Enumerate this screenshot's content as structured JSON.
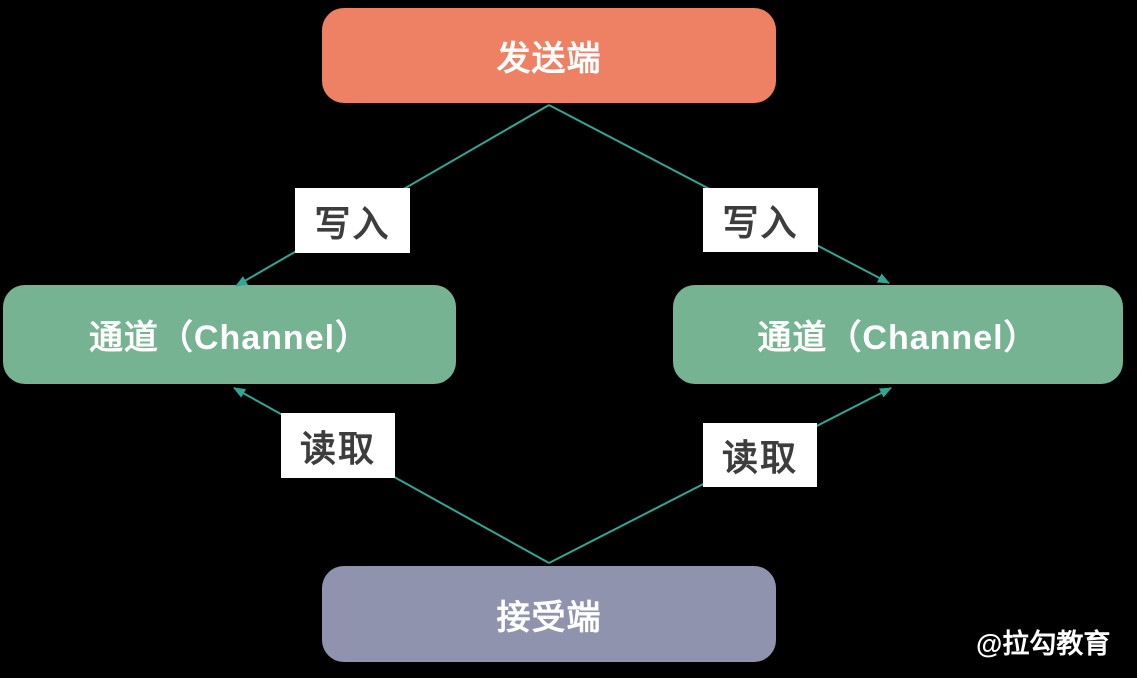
{
  "diagram": {
    "background_color": "#000000",
    "edge_color": "#30A795",
    "edge_label_bg": "#FFFFFF",
    "edge_label_text_color": "#3D3D3D",
    "node_text_color": "#FFFFFF",
    "nodes": [
      {
        "id": "sender",
        "label": "发送端",
        "color": "#EE8164"
      },
      {
        "id": "channel-left",
        "label": "通道（Channel）",
        "color": "#75B392"
      },
      {
        "id": "channel-right",
        "label": "通道（Channel）",
        "color": "#75B392"
      },
      {
        "id": "receiver",
        "label": "接受端",
        "color": "#9093AE"
      }
    ],
    "edges": [
      {
        "from": "sender",
        "to": "channel-left",
        "label": "写入"
      },
      {
        "from": "sender",
        "to": "channel-right",
        "label": "写入"
      },
      {
        "from": "receiver",
        "to": "channel-left",
        "label": "读取"
      },
      {
        "from": "receiver",
        "to": "channel-right",
        "label": "读取"
      }
    ]
  },
  "watermark": {
    "text": "@拉勾教育",
    "color": "#FFFFFF"
  }
}
